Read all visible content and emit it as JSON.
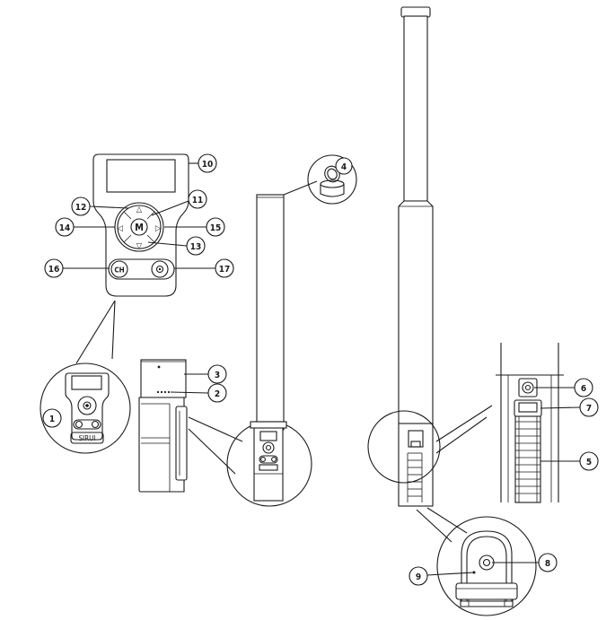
{
  "diagram": {
    "brand_label": "SIRUI",
    "remote_buttons": {
      "ch": "CH",
      "menu": "M",
      "up": "△",
      "down": "▽",
      "left": "◁",
      "right": "▷"
    },
    "callouts": [
      "1",
      "2",
      "3",
      "4",
      "5",
      "6",
      "7",
      "8",
      "9",
      "10",
      "11",
      "12",
      "13",
      "14",
      "15",
      "16",
      "17"
    ],
    "colors": {
      "line": "#1a1a1a",
      "background": "#ffffff"
    }
  }
}
